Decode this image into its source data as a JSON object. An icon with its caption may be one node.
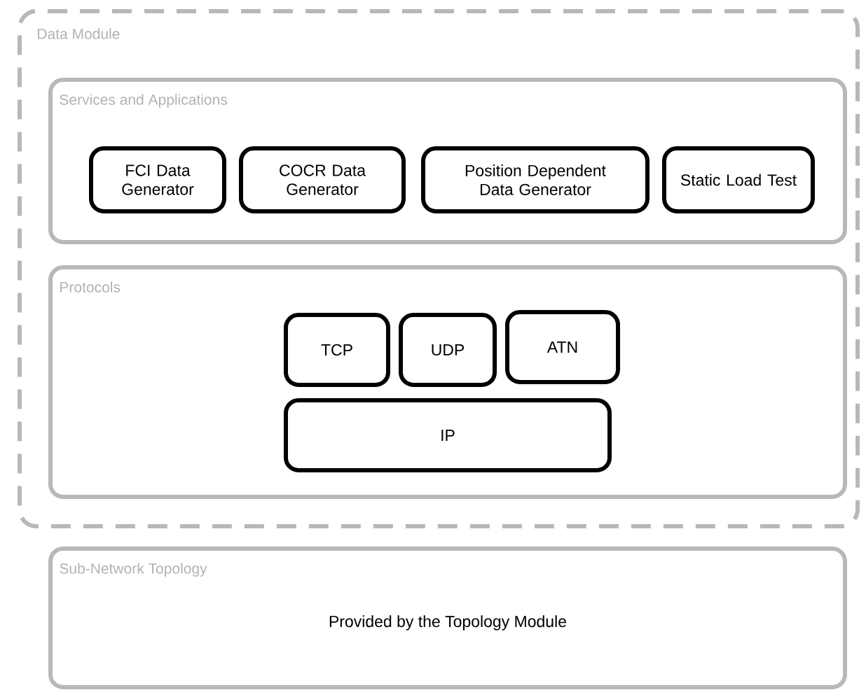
{
  "diagram": {
    "nodes": [
      {
        "text": [
          "Data Module"
        ]
      },
      {
        "text": [
          "Services and Applications"
        ],
        "in": 0
      },
      {
        "text": [
          "FCI Data Generator"
        ],
        "in": 1
      },
      {
        "text": [
          "COCR Data Generator"
        ],
        "in": 1
      },
      {
        "text": [
          "Position Dependent Data Generator"
        ],
        "in": 1
      },
      {
        "text": [
          "Static Load Test"
        ],
        "in": 1
      },
      {
        "text": [
          "Protocols"
        ],
        "in": 0
      },
      {
        "text": [
          "TCP"
        ],
        "in": 6
      },
      {
        "text": [
          "UDP"
        ],
        "in": 6
      },
      {
        "text": [
          "ATN"
        ],
        "in": 6
      },
      {
        "text": [
          "IP"
        ],
        "in": 6
      },
      {
        "text": [
          "Sub-Network Topology",
          "Provided by the Topology Module"
        ]
      }
    ]
  }
}
